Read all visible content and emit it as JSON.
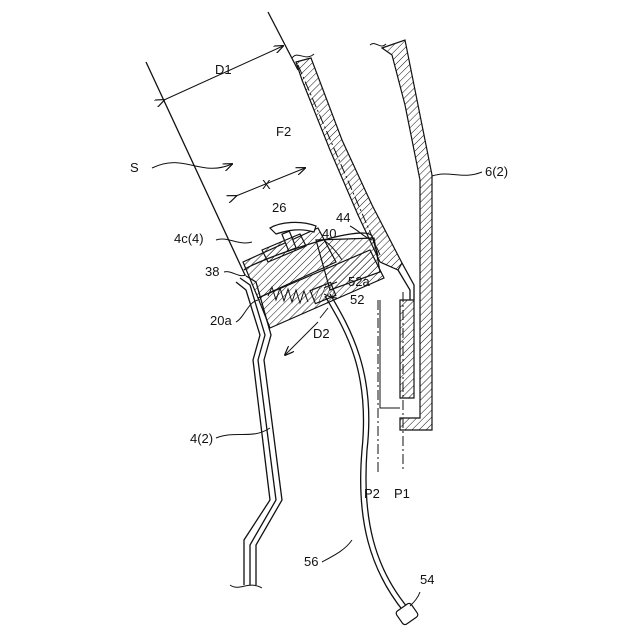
{
  "labels": {
    "D1": "D1",
    "S": "S",
    "X": "X",
    "F2": "F2",
    "six_2": "6(2)",
    "n26": "26",
    "n44": "44",
    "n40": "40",
    "four_c_4": "4c(4)",
    "n38": "38",
    "n52a": "52a",
    "n52": "52",
    "n20a": "20a",
    "D2": "D2",
    "four_2": "4(2)",
    "P2": "P2",
    "P1": "P1",
    "n56": "56",
    "n54": "54"
  }
}
